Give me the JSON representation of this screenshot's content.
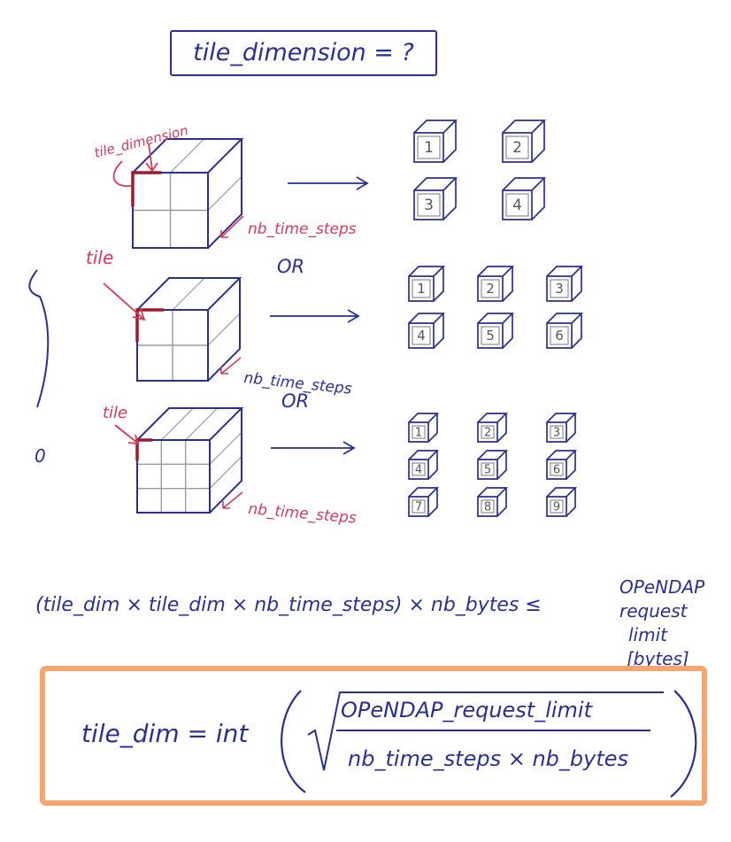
{
  "title": "tile_dimension = ?",
  "colors": {
    "ink": "#2b2f8f",
    "annotation": "#d23a5a",
    "grid": "#9a9a9a",
    "highlight": "#f7a56f"
  },
  "labels": {
    "tile_dimension": "tile_dimension",
    "tile": "tile",
    "nb_time_steps": "nb_time_steps",
    "or": "OR",
    "zero": "0"
  },
  "rows": [
    {
      "grid": 2,
      "tiles": [
        "1",
        "2",
        "3",
        "4"
      ]
    },
    {
      "grid": 2,
      "tiles": [
        "1",
        "2",
        "3",
        "4",
        "5",
        "6"
      ]
    },
    {
      "grid": 3,
      "tiles": [
        "1",
        "2",
        "3",
        "4",
        "5",
        "6",
        "7",
        "8",
        "9"
      ]
    }
  ],
  "inequality": {
    "left": "(tile_dim × tile_dim × nb_time_steps) × nb_bytes ≤",
    "right_lines": [
      "OPeNDAP",
      "request",
      "limit",
      "[bytes]"
    ]
  },
  "formula": {
    "lhs": "tile_dim = int",
    "numerator": "OPeNDAP_request_limit",
    "denominator": "nb_time_steps × nb_bytes"
  }
}
